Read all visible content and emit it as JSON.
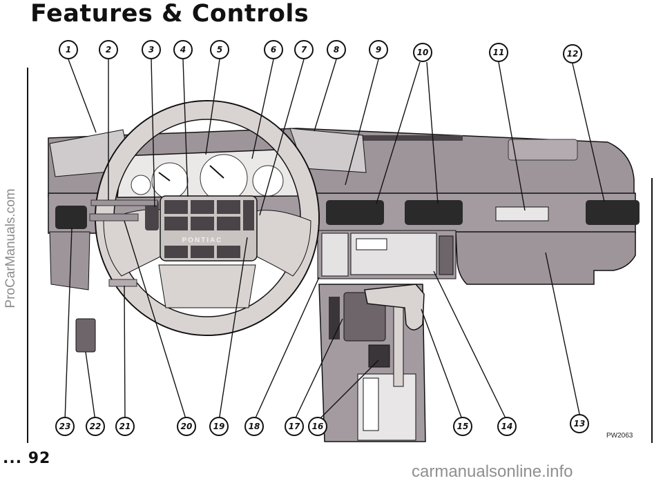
{
  "page": {
    "title": "Features & Controls",
    "side_watermark": "ProCarManuals.com",
    "page_number": "... 92",
    "figure_code": "PW2063",
    "footer_watermark": "carmanualsonline.info"
  },
  "callouts": [
    "1",
    "2",
    "3",
    "4",
    "5",
    "6",
    "7",
    "8",
    "9",
    "10",
    "11",
    "12",
    "13",
    "14",
    "15",
    "16",
    "17",
    "18",
    "19",
    "20",
    "21",
    "22",
    "23"
  ],
  "illustration": {
    "wheel_badge": "PONTIAC"
  },
  "colors": {
    "dash": "#9e959b",
    "dash_dark": "#6e656b",
    "wheel": "#d9d4d2",
    "vent": "#2a2a2a",
    "ink": "#111111"
  }
}
